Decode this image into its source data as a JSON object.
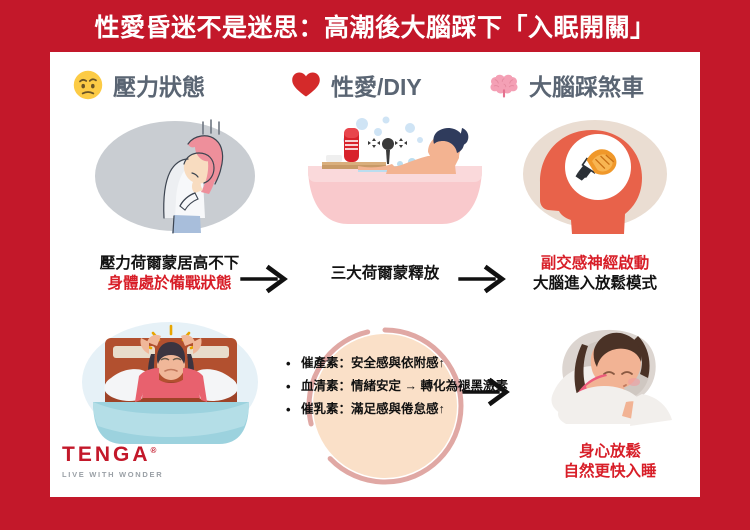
{
  "title": "性愛昏迷不是迷思：高潮後大腦踩下「入眠開關」",
  "colors": {
    "brand_red": "#C3182A",
    "accent_red": "#D81E28",
    "header_gray": "#5A6573",
    "panel_bg": "#FFFFFF"
  },
  "headers": [
    {
      "icon": "sad-face-emoji",
      "label": "壓力狀態"
    },
    {
      "icon": "red-heart-emoji",
      "label": "性愛/DIY"
    },
    {
      "icon": "brain-emoji",
      "label": "大腦踩煞車"
    }
  ],
  "illustrations": [
    {
      "name": "stressed-woman-illustration",
      "alt": "壓力狀態女性插圖"
    },
    {
      "name": "bathtub-relaxation-illustration",
      "alt": "浴缸放鬆插圖"
    },
    {
      "name": "brain-brake-illustration",
      "alt": "大腦踩煞車插圖"
    },
    {
      "name": "insomnia-in-bed-illustration",
      "alt": "失眠插圖"
    },
    {
      "name": "peaceful-sleep-illustration",
      "alt": "安穩入睡插圖"
    }
  ],
  "captions": {
    "stress": {
      "line1": "壓力荷爾蒙居高不下",
      "line2": "身體處於備戰狀態"
    },
    "hormone_release": {
      "line1": "三大荷爾蒙釋放"
    },
    "parasympathetic": {
      "line1": "副交感神經啟動",
      "line2": "大腦進入放鬆模式"
    },
    "relax": {
      "line1": "身心放鬆",
      "line2": "自然更快入睡"
    }
  },
  "hormones": [
    "催產素：安全感與依附感↑",
    "血清素：情緒安定 → 轉化為褪黑激素",
    "催乳素：滿足感與倦怠感↑"
  ],
  "arrows": [
    {
      "name": "arrow-stress-to-hormone"
    },
    {
      "name": "arrow-hormone-to-parasympathetic"
    },
    {
      "name": "arrow-hormone-list-to-sleep"
    }
  ],
  "logo": {
    "word": "TENGA",
    "registered": "®",
    "tagline": "LIVE WITH WONDER"
  }
}
